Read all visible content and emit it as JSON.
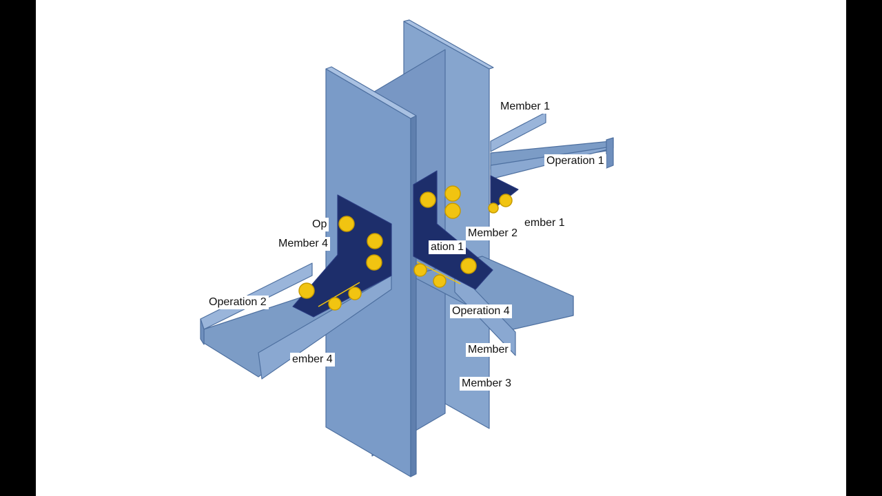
{
  "colors": {
    "steel": "#7c9cc6",
    "steel_light": "#9ab5da",
    "steel_dark": "#5f7fae",
    "edge": "#4d6f9f",
    "plate": "#1d2e6b",
    "bolt": "#f1c411",
    "bolt_shadow": "#c79b00",
    "background": "#ffffff",
    "frame": "#000000"
  },
  "labels": {
    "member1_top": "Member 1",
    "operation1_top": "Operation 1",
    "member1_mid": "ember 1",
    "operation_left_partial": "Op",
    "member4_top": "Member 4",
    "operation1_center": "ation 1",
    "member2": "Member 2",
    "operation2": "Operation 2",
    "operation4": "Operation 4",
    "member_partial": "Member",
    "member4_bottom": "ember 4",
    "member3": "Member 3"
  },
  "icons": [
    "bolt-icon"
  ]
}
